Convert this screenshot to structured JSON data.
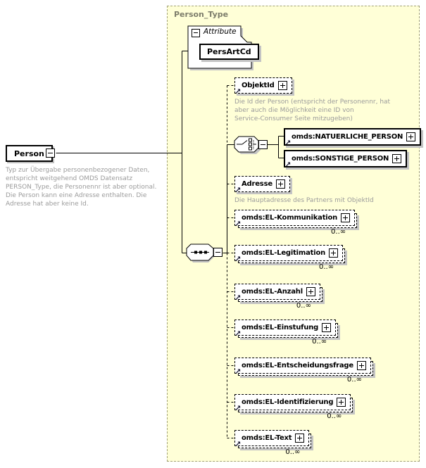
{
  "panel": {
    "title": "Person_Type"
  },
  "root_element": {
    "label": "Person",
    "description": [
      "Typ zur Übergabe personenbezogener Daten,",
      "entspricht weitgehend OMDS Datensatz",
      "PERSON_Type, die Personennr ist aber optional.",
      "Die Person kann eine Adresse enthalten. Die",
      "Adresse hat aber keine Id."
    ]
  },
  "attribute_section": {
    "header": "Attribute",
    "attributes": [
      {
        "name": "PersArtCd"
      }
    ]
  },
  "elements": [
    {
      "label": "ObjektId",
      "description": [
        "Die Id der Person (entspricht der Personennr, hat",
        "aber auch die Möglichkeit eine ID von",
        "Service-Consumer Seite mitzugeben)"
      ]
    },
    {
      "label": "omds:NATUERLICHE_PERSON"
    },
    {
      "label": "omds:SONSTIGE_PERSON"
    },
    {
      "label": "Adresse",
      "description": [
        "Die Hauptadresse des Partners mit ObjektId"
      ]
    },
    {
      "label": "omds:EL-Kommunikation",
      "occurs": "0..∞"
    },
    {
      "label": "omds:EL-Legitimation",
      "occurs": "0..∞"
    },
    {
      "label": "omds:EL-Anzahl",
      "occurs": "0..∞"
    },
    {
      "label": "omds:EL-Einstufung",
      "occurs": "0..∞"
    },
    {
      "label": "omds:EL-Entscheidungsfrage",
      "occurs": "0..∞"
    },
    {
      "label": "omds:EL-Identifizierung",
      "occurs": "0..∞"
    },
    {
      "label": "omds:EL-Text",
      "occurs": "0..∞"
    }
  ],
  "colors": {
    "panel_bg": "#FFFFD7",
    "panel_border": "#A1A175",
    "panel_title": "#7D7D6B",
    "box_shadow": "#C4C4C4",
    "description_text": "#9B9B9B",
    "line": "#000000"
  }
}
